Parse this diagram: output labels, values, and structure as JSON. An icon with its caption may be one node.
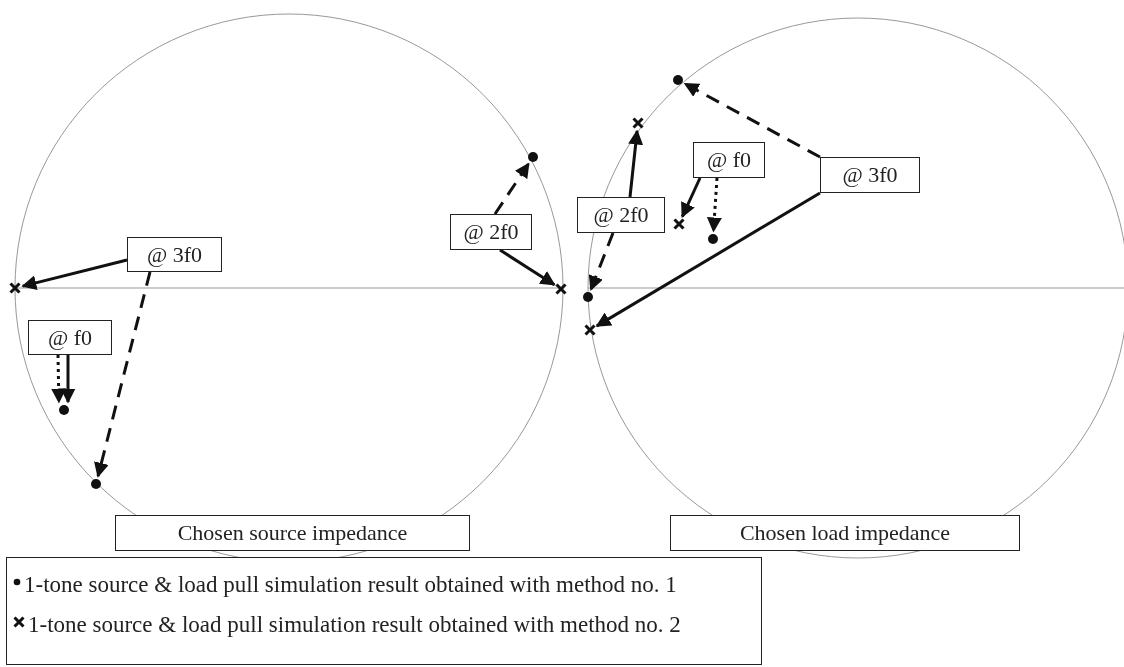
{
  "diagram": {
    "nodes": [
      {
        "text": [
          "@ 3f0"
        ]
      },
      {
        "text": [
          "@ f0"
        ]
      },
      {
        "text": [
          "@ 2f0"
        ]
      },
      {
        "text": [
          "@ f0"
        ]
      },
      {
        "text": [
          "@ 2f0"
        ]
      },
      {
        "text": [
          "@ 3f0"
        ]
      },
      {
        "text": [
          "Chosen source impedance"
        ]
      },
      {
        "text": [
          "Chosen load impedance"
        ]
      },
      {
        "text": [],
        "shape": "cross"
      },
      {
        "text": [],
        "shape": "circle"
      },
      {
        "text": [],
        "shape": "circle"
      },
      {
        "text": [],
        "shape": "circle"
      },
      {
        "text": [],
        "shape": "cross"
      },
      {
        "text": [],
        "shape": "circle"
      },
      {
        "text": [],
        "shape": "cross"
      },
      {
        "text": [],
        "shape": "cross"
      },
      {
        "text": [],
        "shape": "circle"
      },
      {
        "text": [],
        "shape": "circle"
      },
      {
        "text": [],
        "shape": "cross"
      }
    ],
    "edges": [
      {
        "from": 0,
        "to": 8,
        "arrow": "to"
      },
      {
        "from": 0,
        "to": 9,
        "arrow": "to",
        "style": "dashed"
      },
      {
        "from": 1,
        "to": 10,
        "arrow": "to",
        "style": "dashed"
      },
      {
        "from": 1,
        "to": 10,
        "arrow": "to"
      },
      {
        "from": 2,
        "to": 11,
        "arrow": "to",
        "style": "dashed"
      },
      {
        "from": 2,
        "to": 12,
        "arrow": "to"
      },
      {
        "from": 3,
        "to": 15,
        "arrow": "to"
      },
      {
        "from": 3,
        "to": 16,
        "arrow": "to",
        "style": "dashed"
      },
      {
        "from": 4,
        "to": 14,
        "arrow": "to"
      },
      {
        "from": 4,
        "to": 17,
        "arrow": "to",
        "style": "dashed"
      },
      {
        "from": 5,
        "to": 13,
        "arrow": "to",
        "style": "dashed"
      },
      {
        "from": 5,
        "to": 18,
        "arrow": "to"
      }
    ],
    "legend": [
      {
        "text": "1-tone source & load pull simulation result obtained with method no. 1"
      },
      {
        "text": "1-tone source & load pull simulation result obtained with method no. 2"
      }
    ]
  }
}
